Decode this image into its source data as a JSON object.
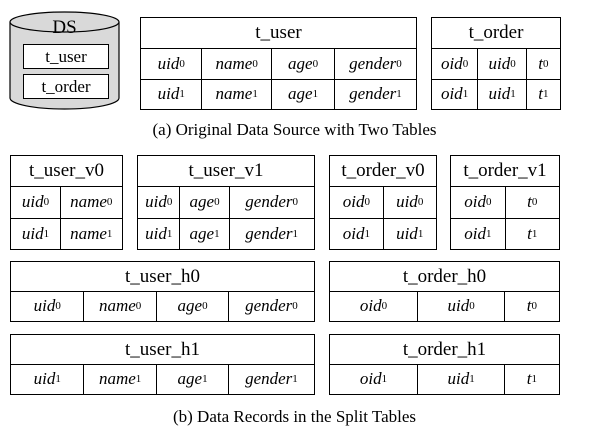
{
  "ds": {
    "label": "DS",
    "tables": [
      "t_user",
      "t_order"
    ]
  },
  "original": {
    "t_user": {
      "title": "t_user",
      "rows": [
        [
          {
            "b": "uid",
            "s": "0"
          },
          {
            "b": "name",
            "s": "0"
          },
          {
            "b": "age",
            "s": "0"
          },
          {
            "b": "gender",
            "s": "0"
          }
        ],
        [
          {
            "b": "uid",
            "s": "1"
          },
          {
            "b": "name",
            "s": "1"
          },
          {
            "b": "age",
            "s": "1"
          },
          {
            "b": "gender",
            "s": "1"
          }
        ]
      ]
    },
    "t_order": {
      "title": "t_order",
      "rows": [
        [
          {
            "b": "oid",
            "s": "0"
          },
          {
            "b": "uid",
            "s": "0"
          },
          {
            "b": "t",
            "s": "0"
          }
        ],
        [
          {
            "b": "oid",
            "s": "1"
          },
          {
            "b": "uid",
            "s": "1"
          },
          {
            "b": "t",
            "s": "1"
          }
        ]
      ]
    }
  },
  "caption_a": "(a) Original Data Source with Two Tables",
  "split": {
    "t_user_v0": {
      "title": "t_user_v0",
      "rows": [
        [
          {
            "b": "uid",
            "s": "0"
          },
          {
            "b": "name",
            "s": "0"
          }
        ],
        [
          {
            "b": "uid",
            "s": "1"
          },
          {
            "b": "name",
            "s": "1"
          }
        ]
      ]
    },
    "t_user_v1": {
      "title": "t_user_v1",
      "rows": [
        [
          {
            "b": "uid",
            "s": "0"
          },
          {
            "b": "age",
            "s": "0"
          },
          {
            "b": "gender",
            "s": "0"
          }
        ],
        [
          {
            "b": "uid",
            "s": "1"
          },
          {
            "b": "age",
            "s": "1"
          },
          {
            "b": "gender",
            "s": "1"
          }
        ]
      ]
    },
    "t_order_v0": {
      "title": "t_order_v0",
      "rows": [
        [
          {
            "b": "oid",
            "s": "0"
          },
          {
            "b": "uid",
            "s": "0"
          }
        ],
        [
          {
            "b": "oid",
            "s": "1"
          },
          {
            "b": "uid",
            "s": "1"
          }
        ]
      ]
    },
    "t_order_v1": {
      "title": "t_order_v1",
      "rows": [
        [
          {
            "b": "oid",
            "s": "0"
          },
          {
            "b": "t",
            "s": "0"
          }
        ],
        [
          {
            "b": "oid",
            "s": "1"
          },
          {
            "b": "t",
            "s": "1"
          }
        ]
      ]
    },
    "t_user_h0": {
      "title": "t_user_h0",
      "rows": [
        [
          {
            "b": "uid",
            "s": "0"
          },
          {
            "b": "name",
            "s": "0"
          },
          {
            "b": "age",
            "s": "0"
          },
          {
            "b": "gender",
            "s": "0"
          }
        ]
      ]
    },
    "t_order_h0": {
      "title": "t_order_h0",
      "rows": [
        [
          {
            "b": "oid",
            "s": "0"
          },
          {
            "b": "uid",
            "s": "0"
          },
          {
            "b": "t",
            "s": "0"
          }
        ]
      ]
    },
    "t_user_h1": {
      "title": "t_user_h1",
      "rows": [
        [
          {
            "b": "uid",
            "s": "1"
          },
          {
            "b": "name",
            "s": "1"
          },
          {
            "b": "age",
            "s": "1"
          },
          {
            "b": "gender",
            "s": "1"
          }
        ]
      ]
    },
    "t_order_h1": {
      "title": "t_order_h1",
      "rows": [
        [
          {
            "b": "oid",
            "s": "1"
          },
          {
            "b": "uid",
            "s": "1"
          },
          {
            "b": "t",
            "s": "1"
          }
        ]
      ]
    }
  },
  "caption_b": "(b) Data Records in the Split Tables"
}
